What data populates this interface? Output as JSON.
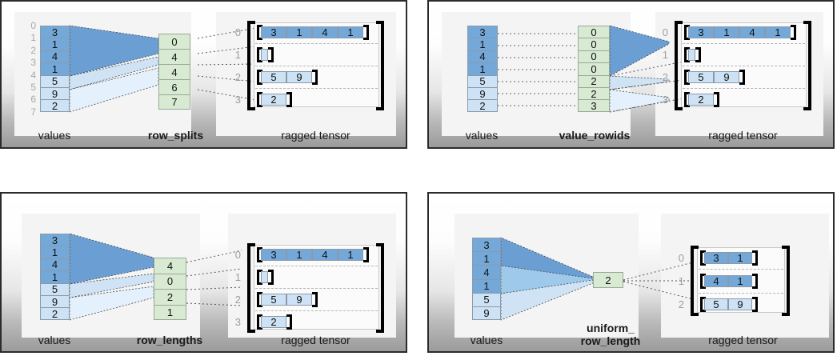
{
  "colors": {
    "values_dark": "#74a8d8",
    "values_light": "#cde2f4",
    "partition_green": "#d9ead3",
    "fan_dark": "#6b9fd4",
    "fan_light": "#cfe3f5",
    "bracket": "#000000",
    "index_label": "#a8a8a8",
    "panel_border": "#2b2b2b"
  },
  "labels": {
    "values": "values",
    "ragged_tensor": "ragged tensor"
  },
  "panels": [
    {
      "id": "row_splits",
      "encoding_label": "row_splits",
      "show_value_indices": true,
      "values": [
        "3",
        "1",
        "4",
        "1",
        "5",
        "9",
        "2"
      ],
      "value_shades": [
        "dark",
        "dark",
        "dark",
        "dark",
        "light",
        "light",
        "light"
      ],
      "value_indices": [
        "0",
        "1",
        "2",
        "3",
        "4",
        "5",
        "6",
        "7"
      ],
      "partition": [
        "0",
        "4",
        "4",
        "6",
        "7"
      ],
      "tensor": {
        "row_indices": [
          "0",
          "1",
          "2",
          "3"
        ],
        "rows": [
          {
            "cells": [
              "3",
              "1",
              "4",
              "1"
            ],
            "shade": "dark"
          },
          {
            "cells": [],
            "shade": "light"
          },
          {
            "cells": [
              "5",
              "9"
            ],
            "shade": "light"
          },
          {
            "cells": [
              "2"
            ],
            "shade": "light"
          }
        ]
      }
    },
    {
      "id": "value_rowids",
      "encoding_label": "value_rowids",
      "show_value_indices": false,
      "values": [
        "3",
        "1",
        "4",
        "1",
        "5",
        "9",
        "2"
      ],
      "value_shades": [
        "dark",
        "dark",
        "dark",
        "dark",
        "light",
        "light",
        "light"
      ],
      "value_indices": [],
      "partition": [
        "0",
        "0",
        "0",
        "0",
        "2",
        "2",
        "3"
      ],
      "tensor": {
        "row_indices": [
          "0",
          "1",
          "2",
          "3"
        ],
        "rows": [
          {
            "cells": [
              "3",
              "1",
              "4",
              "1"
            ],
            "shade": "dark"
          },
          {
            "cells": [],
            "shade": "light"
          },
          {
            "cells": [
              "5",
              "9"
            ],
            "shade": "light"
          },
          {
            "cells": [
              "2"
            ],
            "shade": "light"
          }
        ]
      }
    },
    {
      "id": "row_lengths",
      "encoding_label": "row_lengths",
      "show_value_indices": false,
      "values": [
        "3",
        "1",
        "4",
        "1",
        "5",
        "9",
        "2"
      ],
      "value_shades": [
        "dark",
        "dark",
        "dark",
        "dark",
        "light",
        "light",
        "light"
      ],
      "value_indices": [],
      "partition": [
        "4",
        "0",
        "2",
        "1"
      ],
      "tensor": {
        "row_indices": [
          "0",
          "1",
          "2",
          "3"
        ],
        "rows": [
          {
            "cells": [
              "3",
              "1",
              "4",
              "1"
            ],
            "shade": "dark"
          },
          {
            "cells": [],
            "shade": "light"
          },
          {
            "cells": [
              "5",
              "9"
            ],
            "shade": "light"
          },
          {
            "cells": [
              "2"
            ],
            "shade": "light"
          }
        ]
      }
    },
    {
      "id": "uniform_row_length",
      "encoding_label": "uniform_\nrow_length",
      "encoding_label_line1": "uniform_",
      "encoding_label_line2": "row_length",
      "show_value_indices": false,
      "values": [
        "3",
        "1",
        "4",
        "1",
        "5",
        "9"
      ],
      "value_shades": [
        "dark",
        "dark",
        "dark",
        "dark",
        "light",
        "light"
      ],
      "value_indices": [],
      "partition": [
        "2"
      ],
      "tensor": {
        "row_indices": [
          "0",
          "1",
          "2"
        ],
        "rows": [
          {
            "cells": [
              "3",
              "1"
            ],
            "shade": "dark"
          },
          {
            "cells": [
              "4",
              "1"
            ],
            "shade": "dark"
          },
          {
            "cells": [
              "5",
              "9"
            ],
            "shade": "light"
          }
        ]
      }
    }
  ]
}
